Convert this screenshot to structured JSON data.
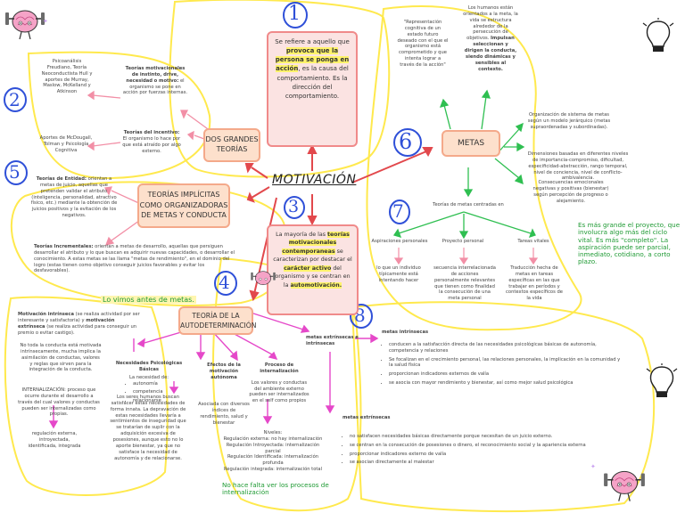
{
  "center": {
    "title": "MOTIVACIÓN"
  },
  "step_numbers": [
    "1",
    "2",
    "3",
    "4",
    "5",
    "6",
    "7",
    "8"
  ],
  "def_box": {
    "lines": [
      "Se refiere a aquello",
      "que",
      "provoca que la",
      "persona se ponga en",
      "acción",
      ", es la causa del",
      "comportamiento. Es la",
      "dirección del",
      "comportamiento."
    ]
  },
  "dos_grandes": {
    "title_1": "DOS GRANDES",
    "title_2": "TEORÍAS"
  },
  "teorias_motivacionales": {
    "label": "Teorías motivacionales de",
    "label_2": "instinto, drive, necesidad",
    "label_3": "o motivo:",
    "text": "el organismo se pone en acción por fuerzas internas."
  },
  "psicoanalisis": {
    "text": "Psicoanálisis Freudiano, Teoría Neoconductista Hull y aportes de Murray, Maslow, McKelland y Atkinson"
  },
  "teorias_incentivo": {
    "label": "Teorías del incentivo:",
    "text": "El organismo lo hace por que está atraído por algo externo."
  },
  "aportes_mcdougall": {
    "text": "Aportes de McDougall, Tolman y Psicología Cognitiva"
  },
  "teorias_implicitas": {
    "line_1": "TEORÍAS IMPLÍCITAS",
    "line_2": "COMO ORGANIZADORAS",
    "line_3": "DE METAS Y CONDUCTA"
  },
  "entidad": {
    "label": "Teorías de Entidad:",
    "text": "orientan a metas de juicio, aquellas que pretenden validar el atributo (inteligencia, personalidad, atractivo físico, etc.) mediante la obtención de juicios positivos y la evitación de los negativos."
  },
  "incrementales": {
    "label": "Teorías Incrementales:",
    "text": "orientan a metas de desarrollo, aquellas que persiguen desarrollar el atributo y lo que buscan es adquirir nuevas capacidades, o desarrollar el conocimiento. A estas metas se las llama \"metas de rendimiento\", en el dominio del logro (estas tienen como objetivo conseguir juicios favorables y evitar los desfavorables)."
  },
  "lo_vimos": "Lo vimos antes de metas.",
  "contemporaneas": {
    "t1": "La mayoría de las",
    "t2": "teorías motivacionales contemporaneas",
    "t3": "se caracterizan por destacar el",
    "t4": "carácter activo",
    "t5": "del organismo y se centran en la",
    "t6": "automotivación."
  },
  "metas": {
    "title": "METAS",
    "representacion": "\"Representación cognitiva de un estado futuro deseado con el que el organismo está comprometido y que intenta lograr a través de la acción\"",
    "humanos_1": "Los humanos están orientados a la meta, la vida se estructura alrededor de la persecución de objetivos.",
    "humanos_2": "Impulsan seleccionan y dirigen la conducta, siendo dinámicas y sensibles al contexto.",
    "organizacion": "Organización de sistema de metas según un modelo jerárquico (metas supraordenadas y subordinadas).",
    "dimensiones": "Dimensiones basadas en diferentes niveles de importancia-compromiso, dificultad, especificidad-abstracción, rango temporal, nivel de conciencia, nivel de conflicto-ambivalencia.",
    "consecuencias": "Consecuencias emocionales negativas y positivas (bienestar) según percepción de progreso o alejamiento.",
    "centradas": "Teorías de metas centradas en",
    "aspiraciones": "Aspiraciones personales",
    "aspiraciones_txt": "lo que un individuo típicamente está intentando hacer",
    "proyecto": "Proyecto personal",
    "proyecto_txt": "secuencia interrelacionada de acciones personalmente relevantes que tienen como finalidad la consecución de una meta personal",
    "tareas": "Tareas vitales",
    "tareas_txt": "Traducción hecha de metas en tareas específicas en las que trabajar en períodos y contextos específicos de la vida"
  },
  "green_note_right": "Es más grande el proyecto, que involucra algo más del ciclo vital. Es más \"completo\". La aspiración puede ser parcial, inmediato, cotidiano, a corto plazo.",
  "autodeterminacion": {
    "title_1": "TEORÍA DE LA",
    "title_2": "AUTODETERMINACIÓN",
    "intrinseca_label": "Motivación intrínseca",
    "intrinseca_text": "(se realiza actividad por ser interesante y satisfactoria) y",
    "extrinseca_label": "motivación extrínseca",
    "extrinseca_text": "(se realiza actividad para conseguir un premio o evitar castigo).",
    "no_toda": "No toda la conducta está motivada intrínsecamente, mucha implica la asimilación de conductas, valores y reglas que sirven para la integración de la conducta.",
    "internalizacion": "INTERNALIZACIÓN: proceso que ocurre durante el desarrollo a través del cual valores y conductas pueden ser internalizadas como propias.",
    "regulacion": "regulación externa, introyectada, identificada, integrada",
    "necesidades_label": "Necesidades Psicológicas Básicas",
    "necesidades_intro": "La necesidad de:",
    "necesidades_items": [
      "autonomía",
      "competencia",
      "relacionarse"
    ],
    "necesidades_text": "Los seres humanos buscan satisfacer estas necesidades de forma innata. La depravación de estas necesidades llevaría a sentimientos de inseguridad que se tratarían de suplir con la adquisición excesiva de posesiones, aunque esto no lo aporte bienestar, ya que no satisface la necesidad de autonomía y de relacionarse.",
    "efectos_label": "Efectos de la motivación autónoma",
    "efectos_text": "Asociada con diversos índices de rendimiento, salud y bienestar",
    "proceso_label": "Proceso de internalización",
    "proceso_text": "Los valores y conductas del ambiente externo pueden ser internalizados en el self como propios",
    "niveles_label": "Niveles:",
    "niveles": [
      "Regulación externa: no hay internalización",
      "Regulación Introyectada: internalización parcial",
      "Regulación Identificada: internalización profunda",
      "Regulación integrada: internalización total"
    ],
    "no_hace_falta": "No hace falta ver los procesos de internalización"
  },
  "metas_ie": {
    "heading": "metas extrínsecas e intrínsecas",
    "intrinsecas_label": "metas intrínsecas",
    "intrinsecas_items": [
      "conducen a la satisfacción directa de las necesidades psicológicas básicas de autonomía, competencia y relaciones",
      "Se focalizan en el crecimiento personal, las relaciones personales, la implicación en la comunidad y la salud física",
      "proporcionan indicadores externos de valía",
      "se asocia con mayor rendimiento y bienestar, así como mejor salud psicológica"
    ],
    "extrinsecas_label": "metas extrínsecas",
    "extrinsecas_items": [
      "no satisfacen necesidades básicas directamente porque necesitan de un juicio externo.",
      "se centran en la consecución de posesiones o dinero, el reconocimiento social y la apariencia externa",
      "proporcionar indicadores externo de valía",
      "se asocian directamente al malestar"
    ]
  },
  "colors": {
    "peach": "#fde0cc",
    "pink": "#fbe3e2",
    "green": "#c9eec2",
    "highlight": "#fff36b",
    "blue": "#2f50d8",
    "yellow_outline": "#ffe94d",
    "magenta": "#e548c9"
  },
  "icons": [
    "brain-dumbbell-icon",
    "lightbulb-icon"
  ]
}
